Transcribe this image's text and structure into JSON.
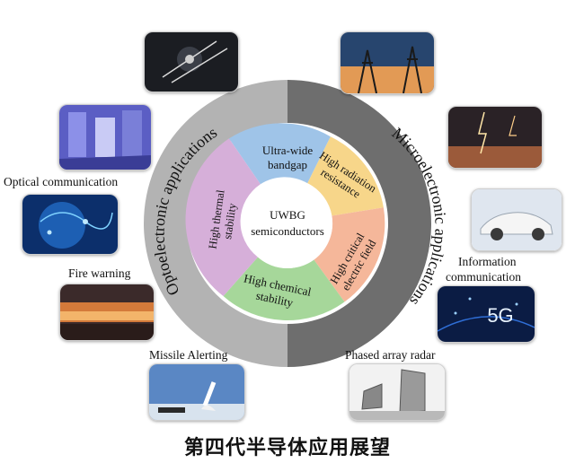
{
  "center": {
    "line1": "UWBG",
    "line2": "semiconductors"
  },
  "categories": {
    "optoelectronic": "Optoelectronic applications",
    "microelectronic": "Microelectronic applications"
  },
  "properties": {
    "ultra_wide": [
      "Ultra-wide",
      "bandgap"
    ],
    "radiation": [
      "High radiation",
      "resistance"
    ],
    "critical_field": [
      "High critical",
      "electric field"
    ],
    "chemical": [
      "High chemical",
      "stability"
    ],
    "thermal": [
      "High thermal",
      "stability"
    ]
  },
  "applications": {
    "optical": "Optical communication",
    "fire": "Fire warning",
    "missile": "Missile Alerting",
    "info1": "Information",
    "info2": "communication",
    "radar": "Phased array radar",
    "fiveg": "5G"
  },
  "caption": "第四代半导体应用展望",
  "colors": {
    "ring_left": "#b3b3b3",
    "ring_right": "#6e6e6e",
    "ultra_wide": "#9fc4e8",
    "radiation": "#f7d68a",
    "critical_field": "#f5b79a",
    "chemical": "#a6d79a",
    "thermal": "#d6afd9"
  }
}
